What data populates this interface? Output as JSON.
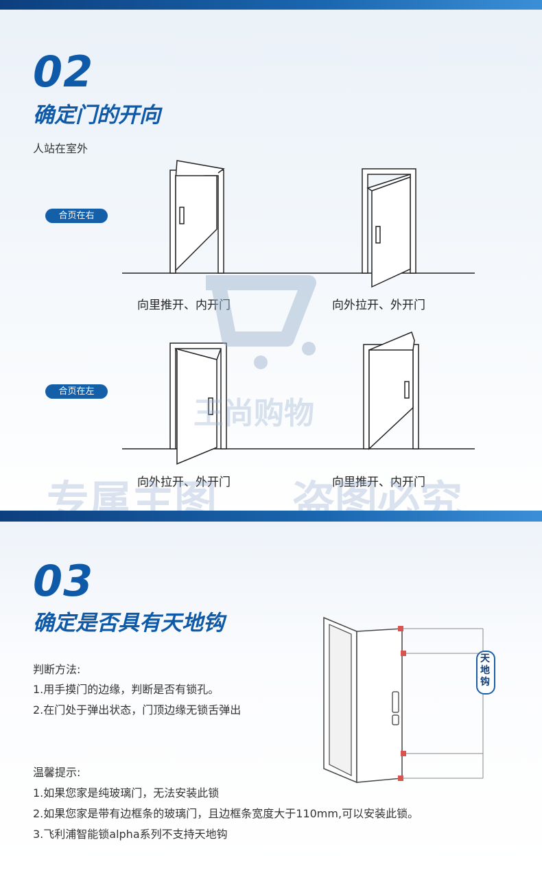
{
  "section_02": {
    "number": "02",
    "title": "确定门的开向",
    "subtitle": "人站在室外",
    "row_right": {
      "tag": "合页在右",
      "left_caption": "向里推开、内开门",
      "right_caption": "向外拉开、外开门"
    },
    "row_left": {
      "tag": "合页在左",
      "left_caption": "向外拉开、外开门",
      "right_caption": "向里推开、内开门"
    }
  },
  "section_03": {
    "number": "03",
    "title": "确定是否具有天地钩",
    "method_title": "判断方法:",
    "method_items": [
      "1.用手摸门的边缘，判断是否有锁孔。",
      "2.在门处于弹出状态，门顶边缘无锁舌弹出"
    ],
    "tips_title": "温馨提示:",
    "tips_items": [
      "1.如果您家是纯玻璃门，无法安装此锁",
      "2.如果您家是带有边框条的玻璃门，且边框条宽度大于110mm,可以安装此锁。",
      "3.飞利浦智能锁alpha系列不支持天地钩"
    ],
    "callout_label": "天地钩"
  },
  "watermark": {
    "shop": "王尚购物",
    "notice_left": "专属主图",
    "notice_right": "盗图必究"
  },
  "colors": {
    "brand_blue": "#0f5aa8",
    "pill_blue": "#155fa9",
    "hook_red": "#d9534f"
  }
}
